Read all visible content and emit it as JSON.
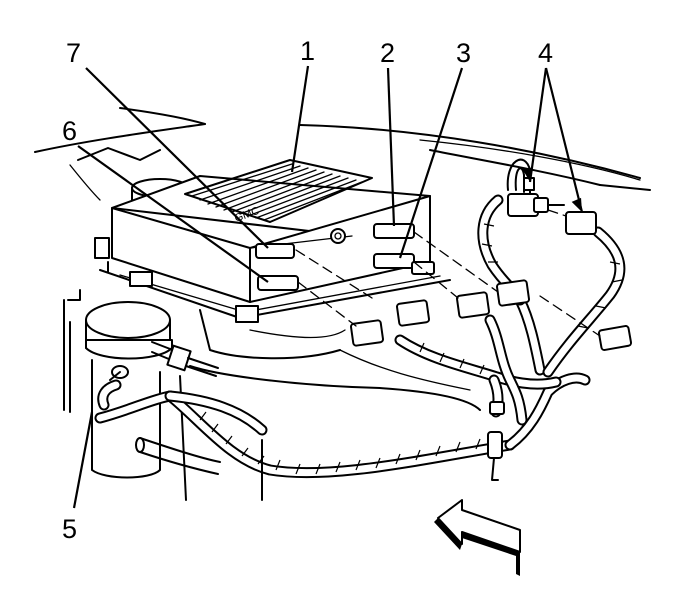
{
  "callouts": {
    "c1": "1",
    "c2": "2",
    "c3": "3",
    "c4": "4",
    "c5": "5",
    "c6": "6",
    "c7": "7"
  },
  "module_label_front": "GMC",
  "direction_arrow_icon": "front-arrow-icon"
}
